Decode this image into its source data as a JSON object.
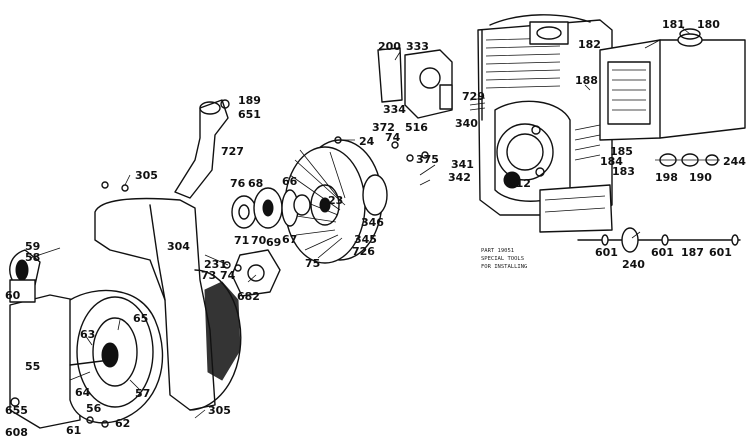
{
  "callouts": {
    "n181": "181",
    "n180": "180",
    "n182": "182",
    "n188": "188",
    "n200": "200",
    "n333": "333",
    "n334": "334",
    "n729": "729",
    "n340": "340",
    "n372": "372",
    "n74a": "74",
    "n516": "516",
    "n375": "375",
    "n341": "341",
    "n342": "342",
    "n185": "185",
    "n184": "184",
    "n183": "183",
    "n244": "244",
    "n198": "198",
    "n190": "190",
    "n312": "312",
    "n601a": "601",
    "n240": "240",
    "n601b": "601",
    "n187": "187",
    "n601c": "601",
    "n189": "189",
    "n651": "651",
    "n727": "727",
    "n24": "24",
    "n23": "23",
    "n76": "76",
    "n68": "68",
    "n66": "66",
    "n71": "71",
    "n70": "70",
    "n69": "69",
    "n67": "67",
    "n346": "346",
    "n345": "345",
    "n726": "726",
    "n75": "75",
    "n305a": "305",
    "n304": "304",
    "n59": "59",
    "n58": "58",
    "n60": "60",
    "n73": "73",
    "n74b": "74",
    "n231": "231",
    "n682": "682",
    "n65": "65",
    "n63": "63",
    "n55": "55",
    "n64": "64",
    "n57": "57",
    "n655": "655",
    "n56": "56",
    "n608": "608",
    "n61": "61",
    "n62": "62",
    "n305b": "305"
  },
  "tool_note": [
    "PART 19051",
    "SPECIAL TOOLS",
    "FOR INSTALLING"
  ]
}
